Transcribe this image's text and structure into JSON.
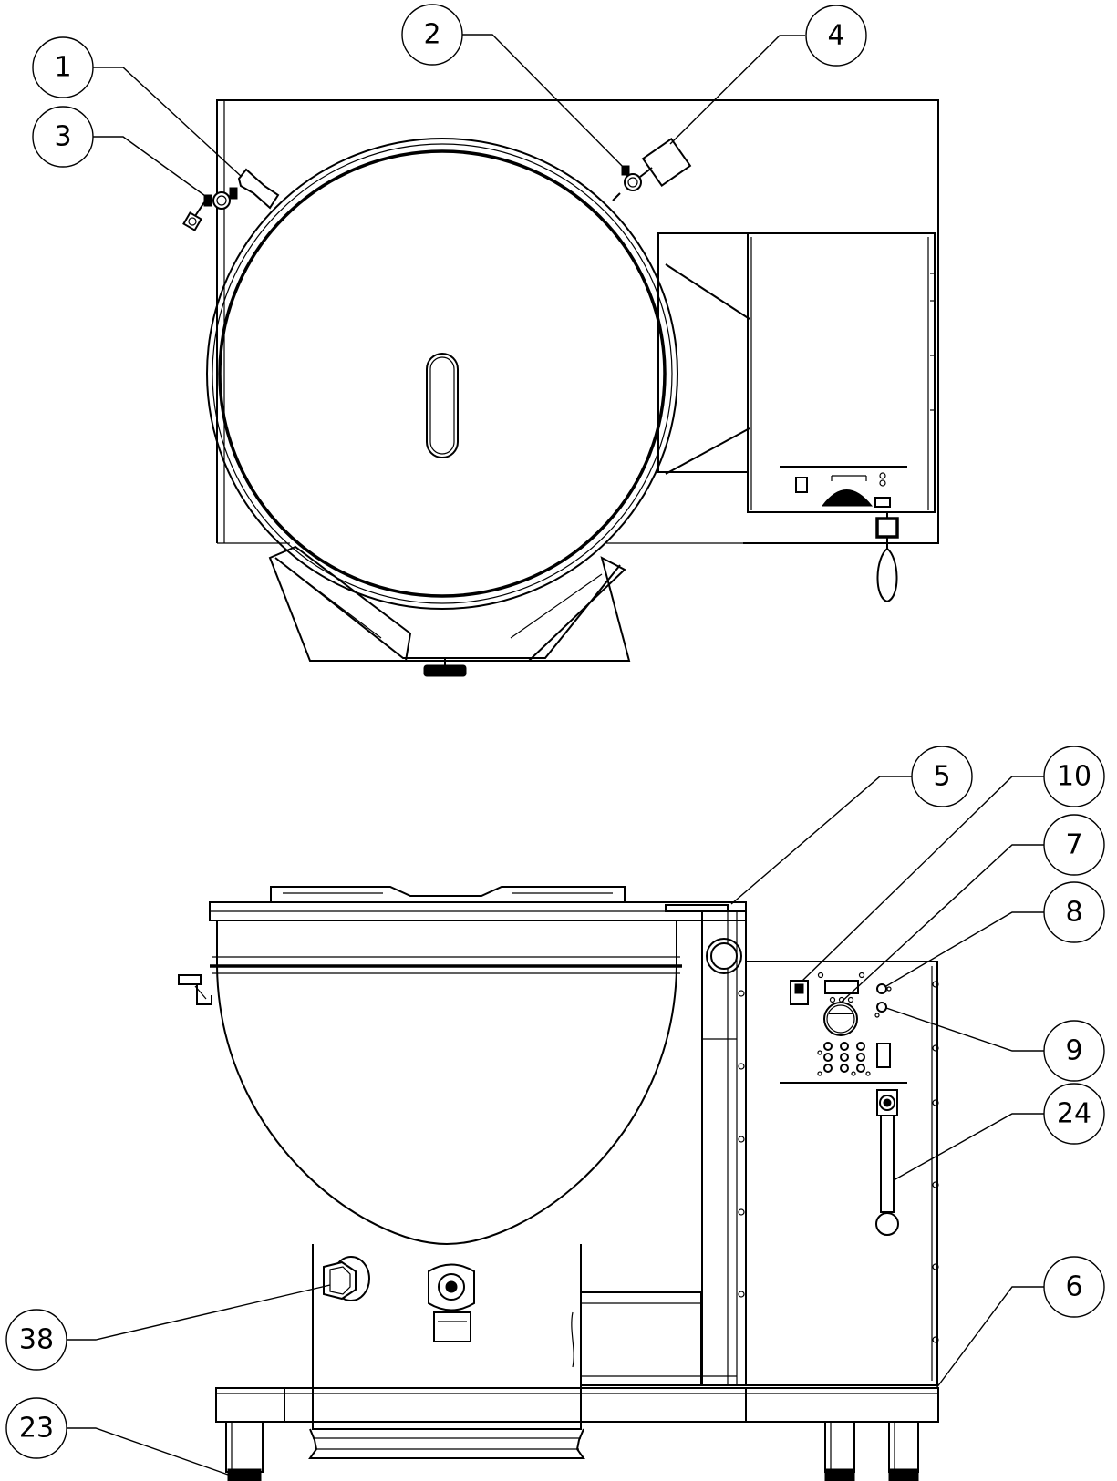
{
  "callouts": [
    {
      "id": "c1",
      "label": "1"
    },
    {
      "id": "c2",
      "label": "2"
    },
    {
      "id": "c3",
      "label": "3"
    },
    {
      "id": "c4",
      "label": "4"
    },
    {
      "id": "c5",
      "label": "5"
    },
    {
      "id": "c10",
      "label": "10"
    },
    {
      "id": "c7",
      "label": "7"
    },
    {
      "id": "c8",
      "label": "8"
    },
    {
      "id": "c9",
      "label": "9"
    },
    {
      "id": "c24",
      "label": "24"
    },
    {
      "id": "c6",
      "label": "6"
    },
    {
      "id": "c38",
      "label": "38"
    },
    {
      "id": "c23",
      "label": "23"
    }
  ]
}
